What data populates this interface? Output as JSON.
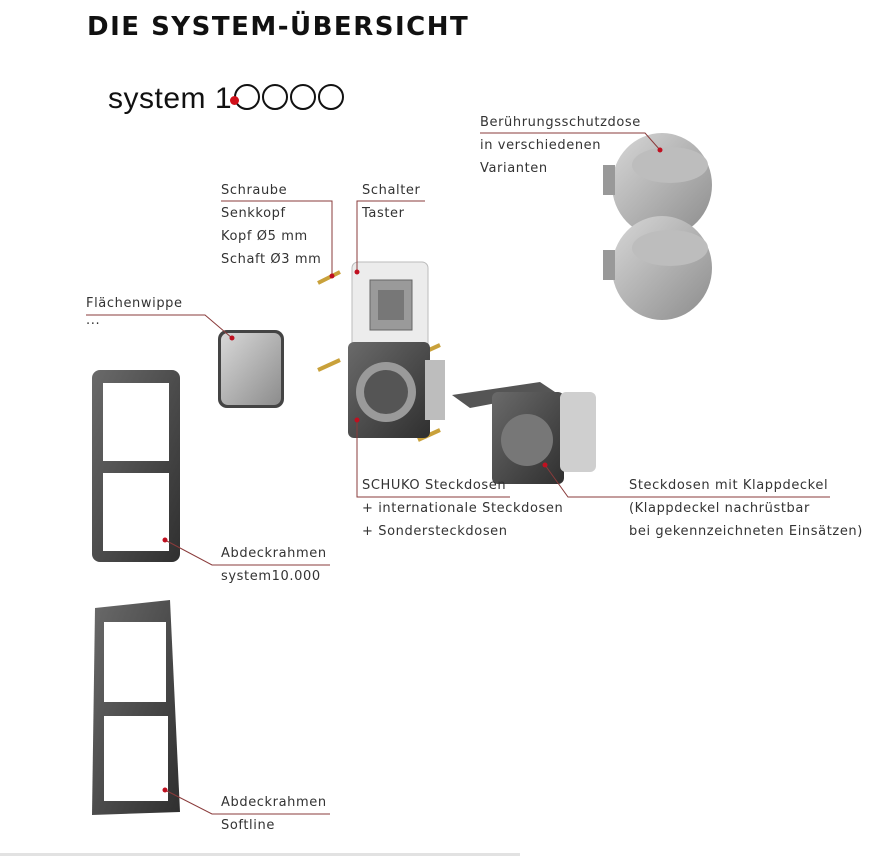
{
  "title": "DIE SYSTEM-ÜBERSICHT",
  "logo": {
    "prefix": "system 1",
    "suffix": ".000",
    "text": "system 10.000"
  },
  "labels": {
    "dose": [
      "Berührungsschutzdose",
      "in verschiedenen",
      "Varianten"
    ],
    "schraube": [
      "Schraube",
      "Senkkopf",
      "Kopf Ø5 mm",
      "Schaft Ø3 mm"
    ],
    "schalter": [
      "Schalter",
      "Taster"
    ],
    "wippe": [
      "Flächenwippe",
      "..."
    ],
    "schuko": [
      "SCHUKO Steckdosen",
      "+ internationale Steckdosen",
      "+ Sondersteckdosen"
    ],
    "klappdeckel": [
      "Steckdosen mit Klappdeckel",
      "(Klappdeckel nachrüstbar",
      "bei gekennzeichneten Einsätzen)"
    ],
    "rahmen1": [
      "Abdeckrahmen",
      "system10.000"
    ],
    "rahmen2": [
      "Abdeckrahmen",
      "Softline"
    ]
  },
  "colors": {
    "leader": "#8a3b3b",
    "accent": "#d0101a"
  }
}
